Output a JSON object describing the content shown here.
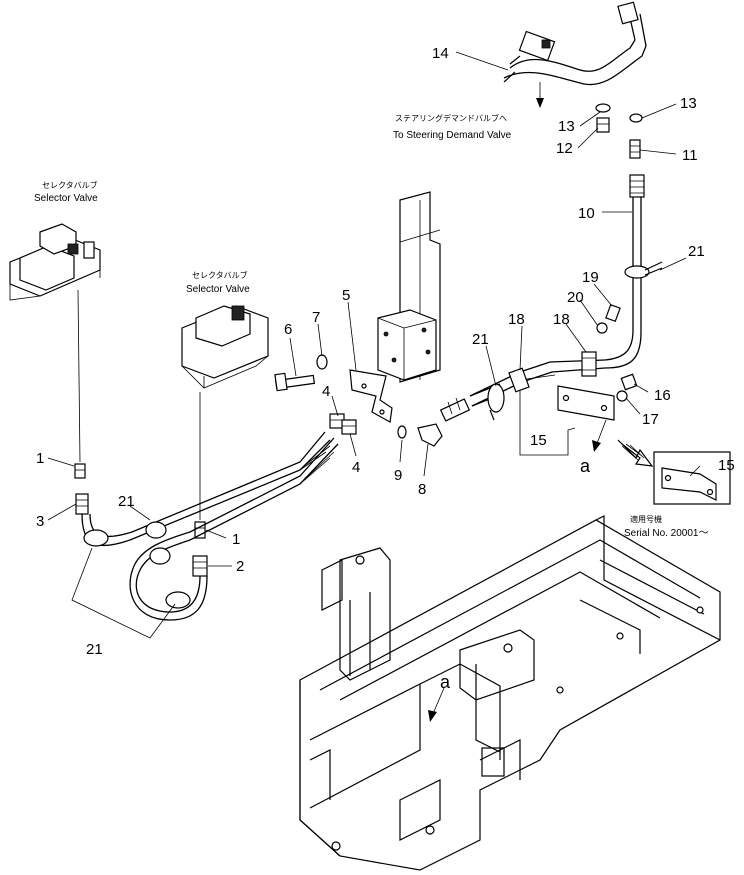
{
  "notes": {
    "steering_jp": "ステアリングデマンドバルブへ",
    "steering_en": "To Steering Demand Valve",
    "selector1_jp": "セレクタバルブ",
    "selector1_en": "Selector Valve",
    "selector2_jp": "セレクタバルブ",
    "selector2_en": "Selector Valve",
    "serial_jp": "適用号機",
    "serial_en": "Serial No. 20001～"
  },
  "callouts": {
    "c14": "14",
    "c13a": "13",
    "c13b": "13",
    "c12": "12",
    "c11": "11",
    "c10": "10",
    "c21a": "21",
    "c19": "19",
    "c20": "20",
    "c18a": "18",
    "c18b": "18",
    "c21b": "21",
    "c16": "16",
    "c17": "17",
    "c15a": "15",
    "c15b": "15",
    "ca1": "a",
    "ca2": "a",
    "c5": "5",
    "c6": "6",
    "c7": "7",
    "c4a": "4",
    "c4b": "4",
    "c9": "9",
    "c8": "8",
    "c1a": "1",
    "c1b": "1",
    "c3": "3",
    "c2": "2",
    "c21c": "21",
    "c21d": "21"
  }
}
